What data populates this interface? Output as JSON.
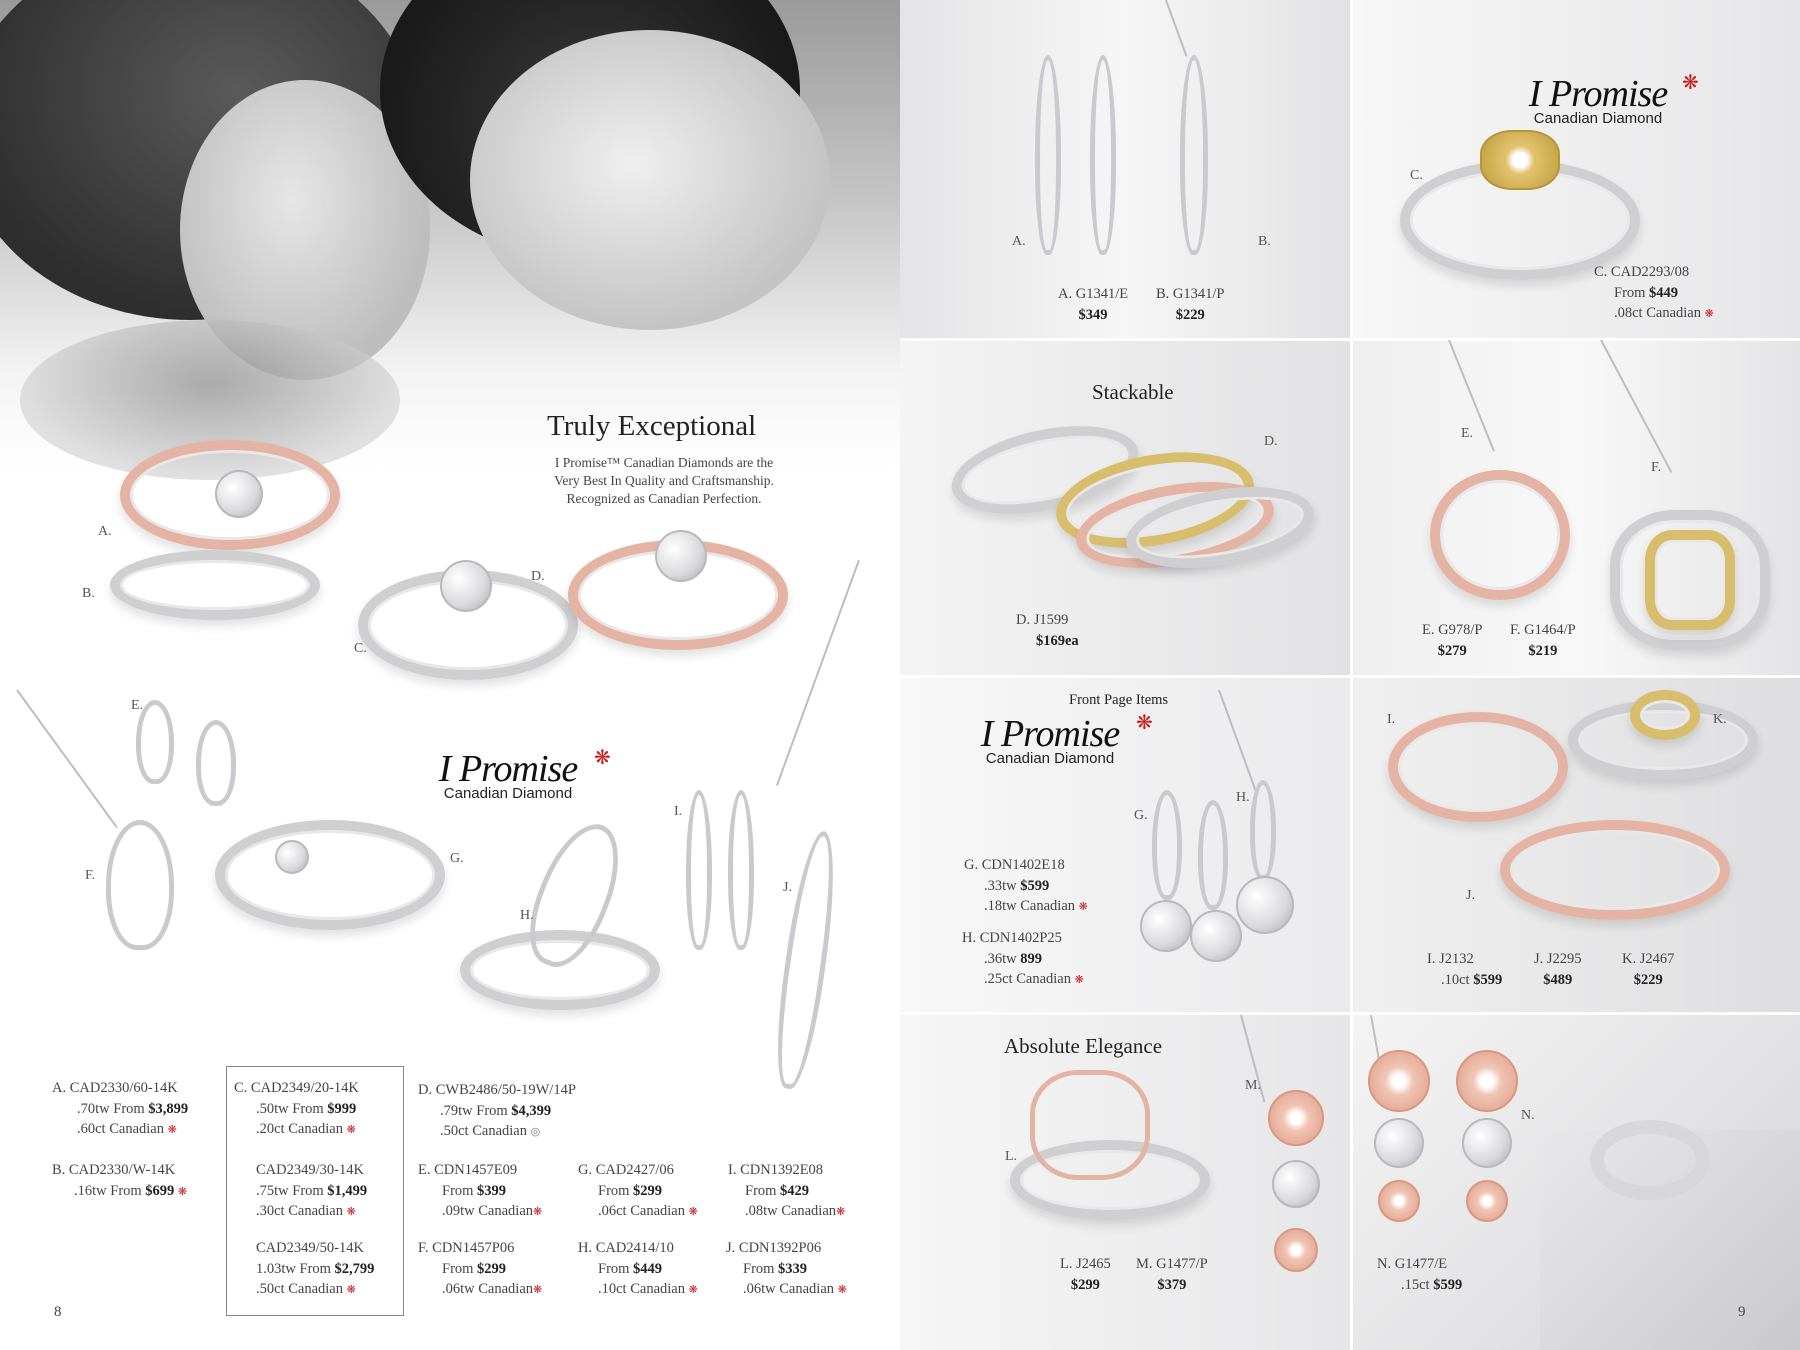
{
  "left_page": {
    "headline": "Truly Exceptional",
    "blurb_lines": [
      "I Promise™ Canadian Diamonds are the",
      "Very Best In Quality and Craftsmanship.",
      "Recognized as Canadian Perfection."
    ],
    "logo": {
      "script": "I Promise",
      "sub": "Canadian Diamond"
    },
    "item_letters": {
      "A": "A.",
      "B": "B.",
      "C": "C.",
      "D": "D.",
      "E": "E.",
      "F": "F.",
      "G": "G.",
      "H": "H.",
      "I": "I.",
      "J": "J."
    },
    "prices": {
      "A": {
        "line1": "A. CAD2330/60-14K",
        "line2_pre": ".70tw From ",
        "line2_price": "$3,899",
        "line3": ".60ct Canadian"
      },
      "B": {
        "line1_pre": "B.  CAD2330/W-14K",
        "line2_pre": ".16tw From ",
        "line2_price": "$699"
      },
      "C1": {
        "line1": "C. CAD2349/20-14K",
        "line2_pre": ".50tw From ",
        "line2_price": "$999",
        "line3": ".20ct Canadian"
      },
      "C2": {
        "line1": "CAD2349/30-14K",
        "line2_pre": ".75tw From ",
        "line2_price": "$1,499",
        "line3": ".30ct Canadian"
      },
      "C3": {
        "line1": "CAD2349/50-14K",
        "line2_pre": "1.03tw From ",
        "line2_price": "$2,799",
        "line3": ".50ct Canadian"
      },
      "D": {
        "line1": "D. CWB2486/50-19W/14P",
        "line2_pre": ".79tw From ",
        "line2_price": "$4,399",
        "line3": ".50ct Canadian"
      },
      "E": {
        "line1": "E.  CDN1457E09",
        "line2_pre": "From  ",
        "line2_price": "$399",
        "line3": ".09tw Canadian"
      },
      "F": {
        "line1": "F.  CDN1457P06",
        "line2_pre": "From  ",
        "line2_price": "$299",
        "line3": ".06tw Canadian"
      },
      "G": {
        "line1": "G. CAD2427/06",
        "line2_pre": "From ",
        "line2_price": "$299",
        "line3": ".06ct Canadian"
      },
      "H": {
        "line1": "H. CAD2414/10",
        "line2_pre": "From ",
        "line2_price": "$449",
        "line3": ".10ct Canadian"
      },
      "I": {
        "line1": "I. CDN1392E08",
        "line2_pre": "From  ",
        "line2_price": "$429",
        "line3": ".08tw Canadian"
      },
      "J": {
        "line1": "J. CDN1392P06",
        "line2_pre": "From  ",
        "line2_price": "$339",
        "line3": ".06tw Canadian"
      }
    },
    "page_number": "8"
  },
  "right_page": {
    "sections": {
      "stackable": "Stackable",
      "front_page_items": "Front Page Items",
      "absolute_elegance": "Absolute Elegance"
    },
    "logo": {
      "script": "I Promise",
      "sub": "Canadian Diamond"
    },
    "item_letters": {
      "A": "A.",
      "B": "B.",
      "C": "C.",
      "D": "D.",
      "E": "E.",
      "F": "F.",
      "G": "G.",
      "H": "H.",
      "I": "I.",
      "J": "J.",
      "K": "K.",
      "L": "L.",
      "M": "M.",
      "N": "N."
    },
    "prices": {
      "A": {
        "code": "A. G1341/E",
        "price": "$349"
      },
      "B": {
        "code": "B. G1341/P",
        "price": "$229"
      },
      "C": {
        "code": "C. CAD2293/08",
        "line2_pre": "From ",
        "line2_price": "$449",
        "line3": ".08ct Canadian"
      },
      "D": {
        "code": "D. J1599",
        "price": "$169ea"
      },
      "E": {
        "code": "E. G978/P",
        "price": "$279"
      },
      "F": {
        "code": "F. G1464/P",
        "price": "$219"
      },
      "G": {
        "code": "G. CDN1402E18",
        "line2_pre": ".33tw  ",
        "line2_price": "$599",
        "line3": ".18tw Canadian"
      },
      "H": {
        "code": "H. CDN1402P25",
        "line2_pre": ".36tw  ",
        "line2_price": "899",
        "line3": ".25ct Canadian"
      },
      "I": {
        "code": "I. J2132",
        "line2_pre": ".10ct  ",
        "line2_price": "$599"
      },
      "J": {
        "code": "J. J2295",
        "price": "$489"
      },
      "K": {
        "code": "K. J2467",
        "price": "$229"
      },
      "L": {
        "code": "L. J2465",
        "price": "$299"
      },
      "M": {
        "code": "M. G1477/P",
        "price": "$379"
      },
      "N": {
        "code": "N.  G1477/E",
        "line2_pre": ".15ct  ",
        "line2_price": "$599"
      }
    },
    "page_number": "9"
  },
  "colors": {
    "maple_leaf": "#c8201f",
    "rose_gold": "#e4b3a4",
    "yellow_gold": "#d8bd6c",
    "white_gold": "#cfcfd2"
  },
  "icons": {
    "maple_leaf": "maple-leaf-icon"
  }
}
